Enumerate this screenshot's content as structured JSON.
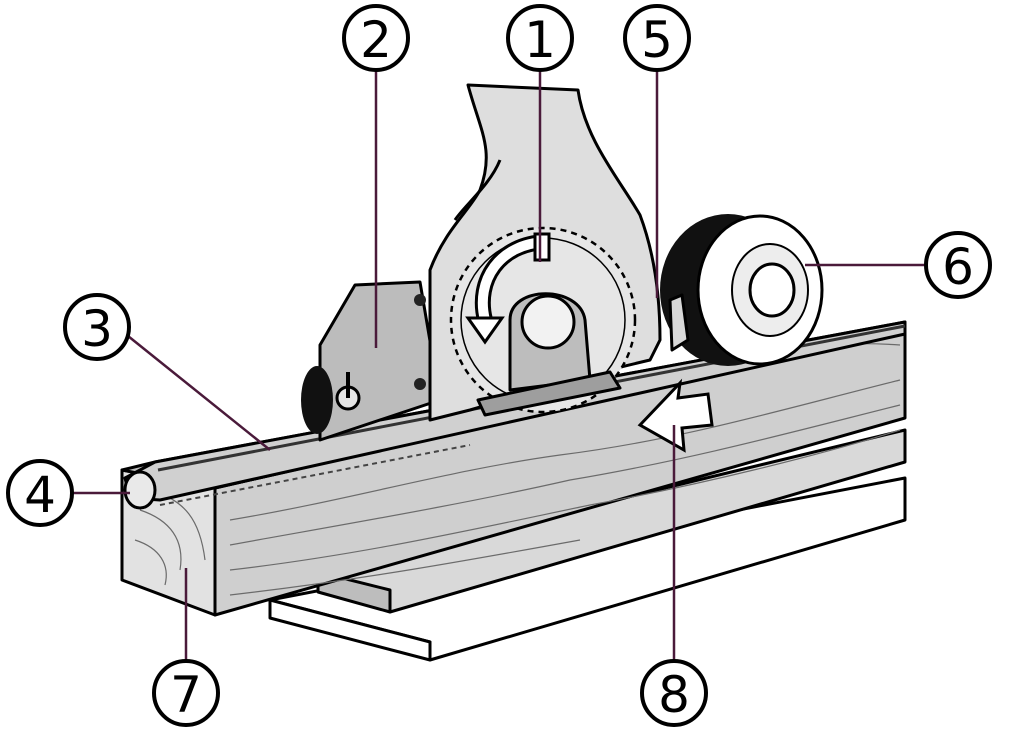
{
  "colors": {
    "wood": "#cfcfcf",
    "wood_dark": "#a9a9a9",
    "metal": "#dcdcdc",
    "metal_dark": "#b5b5b5",
    "rubber": "#111111",
    "leader": "#4a1a3a"
  },
  "callouts": [
    {
      "id": "1",
      "label": "1"
    },
    {
      "id": "2",
      "label": "2"
    },
    {
      "id": "3",
      "label": "3"
    },
    {
      "id": "4",
      "label": "4"
    },
    {
      "id": "5",
      "label": "5"
    },
    {
      "id": "6",
      "label": "6"
    },
    {
      "id": "7",
      "label": "7"
    },
    {
      "id": "8",
      "label": "8"
    }
  ]
}
